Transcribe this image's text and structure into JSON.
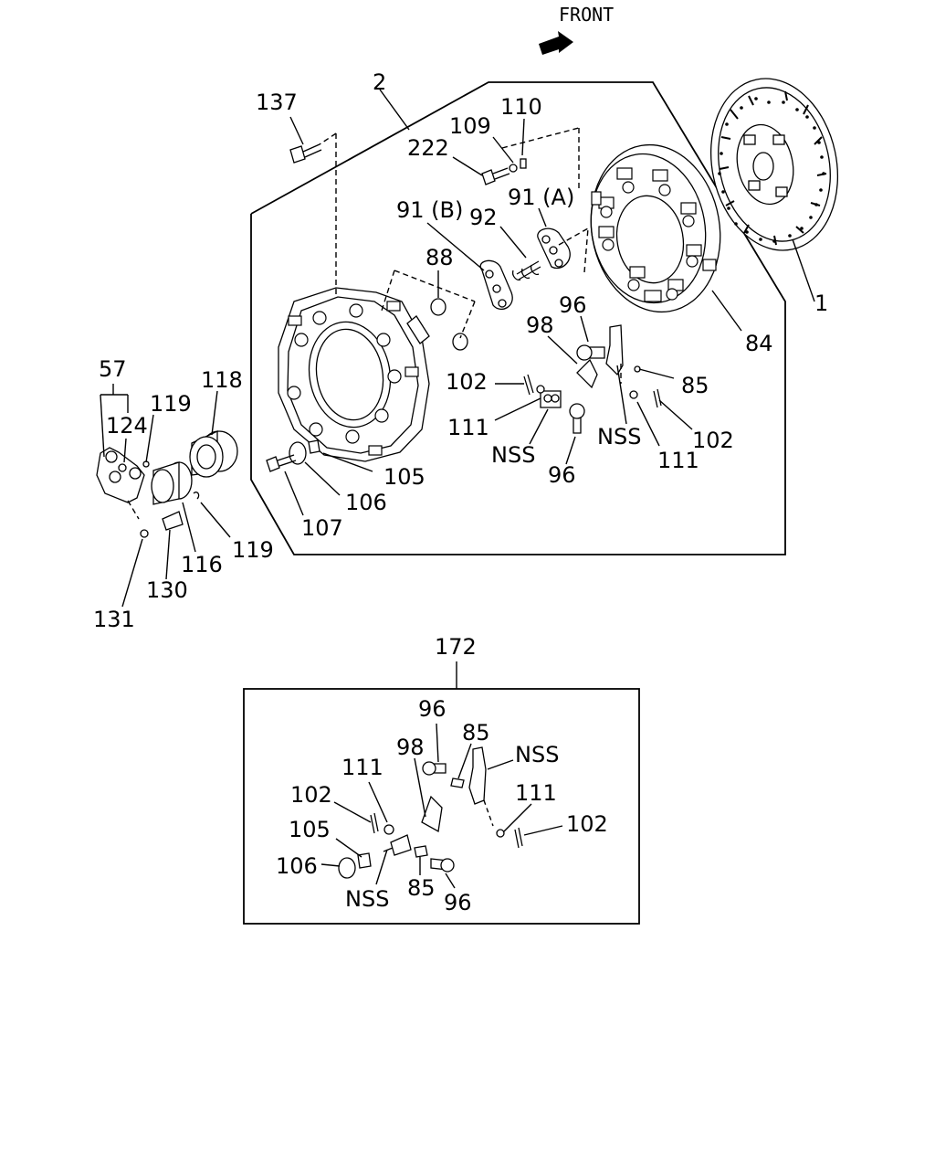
{
  "front_label": "FRONT",
  "upper_labels": {
    "n1": "1",
    "n2": "2",
    "n57": "57",
    "n84": "84",
    "n85": "85",
    "n88": "88",
    "n91a": "91 (A)",
    "n91b": "91 (B)",
    "n92": "92",
    "n96a": "96",
    "n96b": "96",
    "n98": "98",
    "n102a": "102",
    "n102b": "102",
    "n105": "105",
    "n106": "106",
    "n107": "107",
    "n109": "109",
    "n110": "110",
    "n111a": "111",
    "n111b": "111",
    "n116": "116",
    "n118": "118",
    "n119a": "119",
    "n119b": "119",
    "n124": "124",
    "n130": "130",
    "n131": "131",
    "n137": "137",
    "n222": "222",
    "nssa": "NSS",
    "nssb": "NSS"
  },
  "kit_label": "172",
  "lower_labels": {
    "n96a": "96",
    "n85a": "85",
    "nssa": "NSS",
    "n98": "98",
    "n111a": "111",
    "n111b": "111",
    "n102a": "102",
    "n102b": "102",
    "n105": "105",
    "n106": "106",
    "nssb": "NSS",
    "n85b": "85",
    "n96b": "96"
  }
}
